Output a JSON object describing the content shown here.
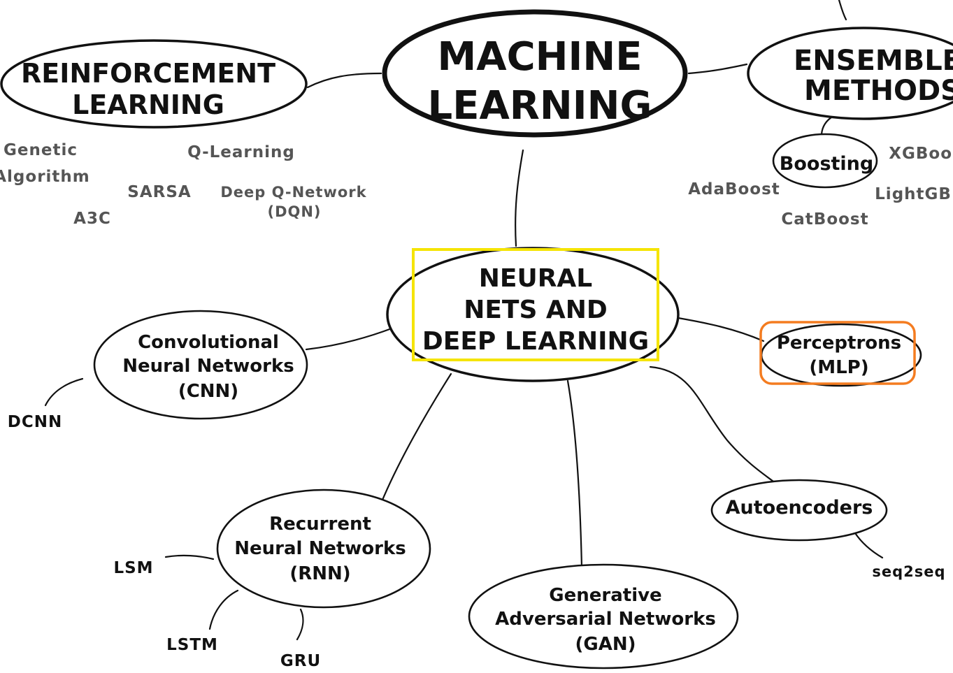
{
  "central": {
    "lines": [
      "MACHINE",
      "LEARNING"
    ]
  },
  "branches": {
    "reinforcement": {
      "lines": [
        "REINFORCEMENT",
        "LEARNING"
      ],
      "leaves": {
        "genetic": [
          "Genetic",
          "Algorithm"
        ],
        "qlearning": "Q-Learning",
        "sarsa": "SARSA",
        "dqn": [
          "Deep Q-Network",
          "(DQN)"
        ],
        "a3c": "A3C"
      }
    },
    "ensemble": {
      "lines": [
        "ENSEMBLE",
        "METHODS"
      ],
      "boosting": "Boosting",
      "leaves": {
        "xgboost": "XGBoost",
        "adaboost": "AdaBoost",
        "lightgbm": "LightGBM",
        "catboost": "CatBoost"
      }
    },
    "neural": {
      "lines": [
        "NEURAL",
        "NETS AND",
        "DEEP LEARNING"
      ],
      "cnn": {
        "lines": [
          "Convolutional",
          "Neural Networks",
          "(CNN)"
        ],
        "leaves": {
          "dcnn": "DCNN"
        }
      },
      "perceptrons": {
        "lines": [
          "Perceptrons",
          "(MLP)"
        ]
      },
      "autoencoders": {
        "label": "Autoencoders",
        "leaves": {
          "seq2seq": "seq2seq"
        }
      },
      "rnn": {
        "lines": [
          "Recurrent",
          "Neural Networks",
          "(RNN)"
        ],
        "leaves": {
          "lsm": "LSM",
          "lstm": "LSTM",
          "gru": "GRU"
        }
      },
      "gan": {
        "lines": [
          "Generative",
          "Adversarial Networks",
          "(GAN)"
        ]
      }
    }
  },
  "highlights": {
    "selected_node_color": "#f5e400",
    "secondary_node_color": "#f47c20"
  }
}
